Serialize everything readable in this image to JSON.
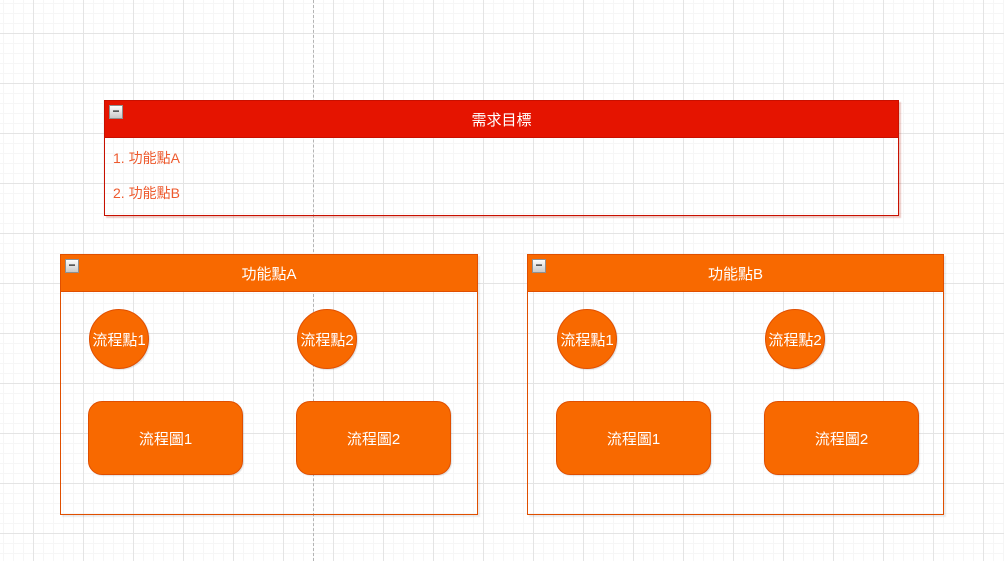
{
  "canvas": {
    "background": "#ffffff",
    "grid_minor_color": "#f6f6f6",
    "grid_major_color": "#e4e4e4",
    "page_break_color": "#b4b4b4"
  },
  "colors": {
    "red_fill": "#e51400",
    "red_border": "#c81000",
    "orange_fill": "#f86900",
    "orange_border": "#e04f00",
    "list_text": "#ee5a2e",
    "title_text": "#ffffff"
  },
  "icons": {
    "collapse_glyph": "−"
  },
  "requirements": {
    "title": "需求目標",
    "items": [
      {
        "label": "1. 功能點A"
      },
      {
        "label": "2. 功能點B"
      }
    ]
  },
  "features": [
    {
      "title": "功能點A",
      "nodes": [
        {
          "label": "流程點1"
        },
        {
          "label": "流程點2"
        }
      ],
      "flows": [
        {
          "label": "流程圖1"
        },
        {
          "label": "流程圖2"
        }
      ]
    },
    {
      "title": "功能點B",
      "nodes": [
        {
          "label": "流程點1"
        },
        {
          "label": "流程點2"
        }
      ],
      "flows": [
        {
          "label": "流程圖1"
        },
        {
          "label": "流程圖2"
        }
      ]
    }
  ]
}
